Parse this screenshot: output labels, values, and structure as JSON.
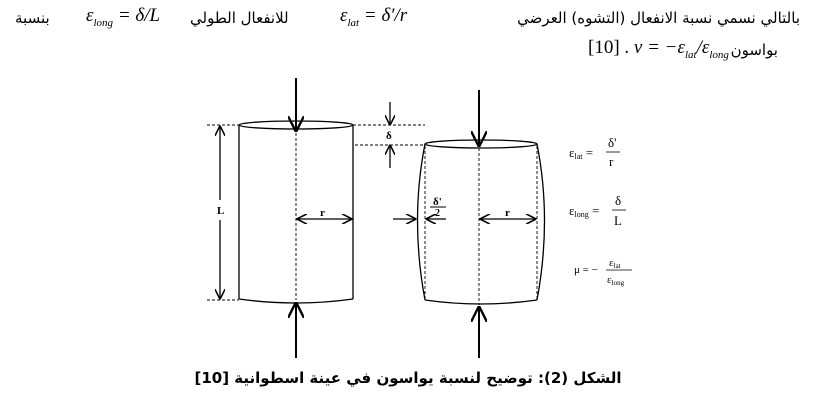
{
  "paragraph": {
    "line1": {
      "text_a": "بالتالي نسمي نسبة الانفعال (التشوه) العرضي",
      "eq_lat": {
        "sym": "ε",
        "sub": "lat",
        "rhs": "= δ′/r"
      },
      "text_b": "للانفعال الطولي",
      "eq_long": {
        "sym": "ε",
        "sub": "long",
        "rhs": "= δ/L"
      },
      "text_c": "بنسبة"
    },
    "line2": {
      "text": "بواسون",
      "eq": {
        "lhs": "ν = −ε",
        "sub1": "lat",
        "mid": "/ε",
        "sub2": "long"
      },
      "ref": "[10] ."
    }
  },
  "figure": {
    "labels": {
      "L": "L",
      "r_left": "r",
      "r_right": "r",
      "delta": "δ",
      "delta_prime_num": "δ'",
      "delta_prime_den": "2"
    },
    "formulas": {
      "lat": {
        "sym": "ε",
        "sub": "lat",
        "num": "δ'",
        "den": "r"
      },
      "long": {
        "sym": "ε",
        "sub": "long",
        "num": "δ",
        "den": "L"
      },
      "mu": {
        "sym": "μ = −",
        "num_sub": "lat",
        "den_sub": "long",
        "eps": "ε"
      }
    },
    "caption": "الشكل (2): توضيح لنسبة يواسون في عينة اسطوانية [10]"
  }
}
